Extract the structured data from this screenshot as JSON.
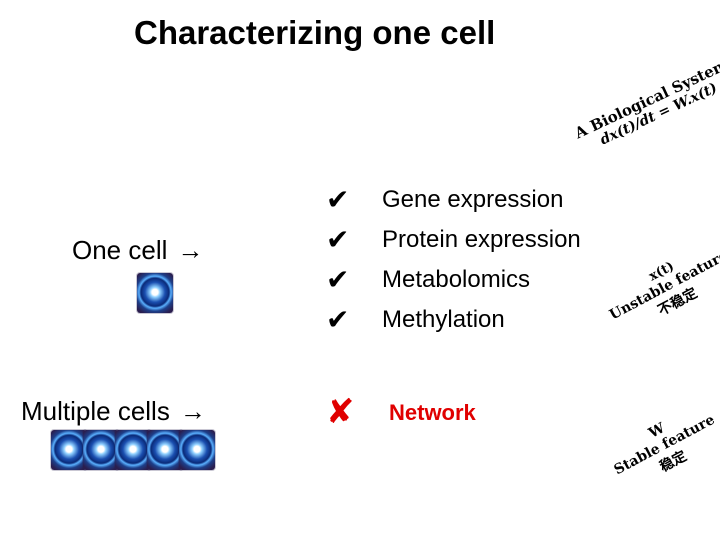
{
  "title": "Characterizing one cell",
  "annotation_system": {
    "line1": "A Biological System",
    "line2": "dx(t)/dt = W.x(t)"
  },
  "one_cell": {
    "label": "One cell",
    "arrow": "→",
    "image_icon": "cell-microscopy-icon"
  },
  "multiple_cells": {
    "label": "Multiple cells",
    "arrow": "→",
    "image_icon": "cell-microscopy-icon",
    "count": 5
  },
  "checklist": [
    {
      "mark": "✔",
      "text": "Gene expression"
    },
    {
      "mark": "✔",
      "text": "Protein expression"
    },
    {
      "mark": "✔",
      "text": "Metabolomics"
    },
    {
      "mark": "✔",
      "text": "Methylation"
    }
  ],
  "network": {
    "mark": "✘",
    "text": "Network",
    "color": "#e00000"
  },
  "annotation_unstable": {
    "line1": "x(t)",
    "line2": "Unstable feature",
    "line3": "不稳定"
  },
  "annotation_stable": {
    "line1": "W",
    "line2": "Stable feature",
    "line3": "稳定"
  }
}
